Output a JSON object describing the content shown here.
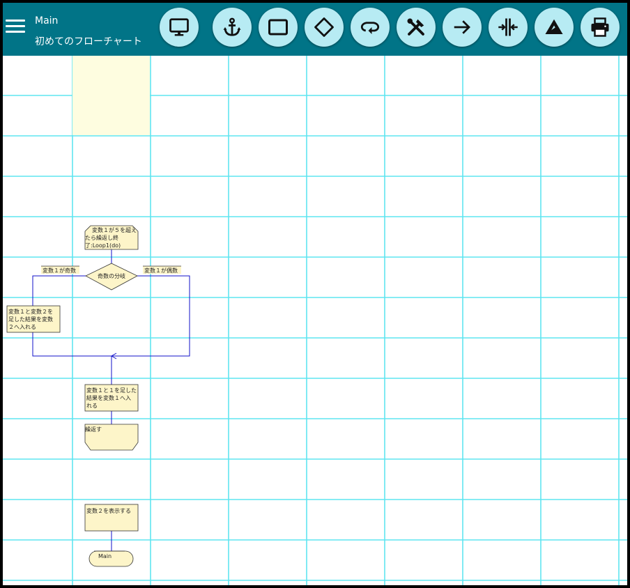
{
  "header": {
    "app_title": "Main",
    "doc_title": "初めてのフローチャート",
    "background": "#017487",
    "button_color": "#b7ebf3"
  },
  "toolbar": [
    {
      "name": "monitor-button",
      "icon": "monitor-icon"
    },
    {
      "name": "anchor-button",
      "icon": "anchor-icon"
    },
    {
      "name": "rectangle-button",
      "icon": "rectangle-icon"
    },
    {
      "name": "diamond-button",
      "icon": "diamond-icon"
    },
    {
      "name": "loop-button",
      "icon": "loop-icon"
    },
    {
      "name": "tools-button",
      "icon": "tools-icon"
    },
    {
      "name": "arrow-right-button",
      "icon": "arrow-right-icon"
    },
    {
      "name": "split-button",
      "icon": "split-icon"
    },
    {
      "name": "warning-button",
      "icon": "warning-icon"
    },
    {
      "name": "print-button",
      "icon": "print-icon"
    }
  ],
  "flowchart": {
    "loop_start": [
      "変数１が５を超え",
      "たら繰返し終",
      "了:Loop1(do)"
    ],
    "decision": "奇数の分岐",
    "branch_left_label": "変数１が奇数",
    "branch_right_label": "変数１が偶数",
    "left_process": [
      "変数１と変数２を",
      "足した結果を変数",
      "２へ入れる"
    ],
    "process_increment": [
      "変数１と１を足した",
      "結果を変数１へ入",
      "れる"
    ],
    "loop_end": "繰返す",
    "display_process": "変数２を表示する",
    "terminal": "Main",
    "line_color": "#1010c8",
    "fill_color": "#fdf5c9",
    "grid_color": "#5fe5f0",
    "highlight_color": "#fefde0"
  }
}
